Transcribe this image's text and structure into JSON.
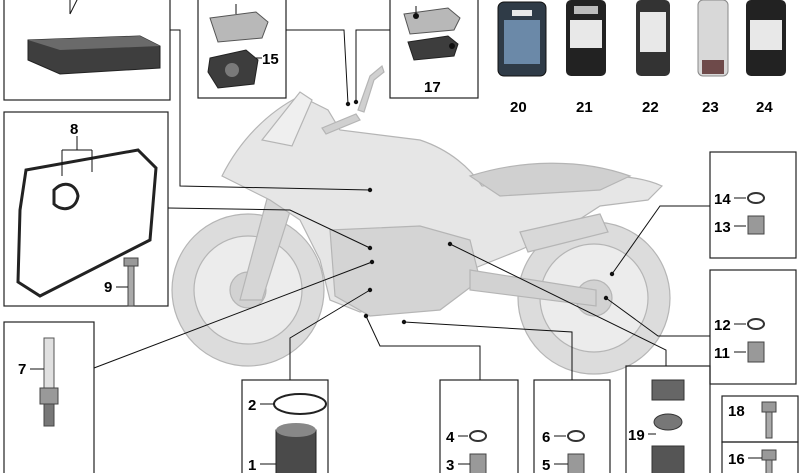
{
  "diagram": {
    "part_numbers": [
      "1",
      "2",
      "3",
      "4",
      "5",
      "6",
      "7",
      "8",
      "9",
      "11",
      "12",
      "13",
      "14",
      "15",
      "16",
      "17",
      "18",
      "19",
      "20",
      "21",
      "22",
      "23",
      "24"
    ],
    "colors": {
      "line": "#111111",
      "part_gray": "#b9b9b9",
      "dark_part": "#3a3a3a",
      "bike_fill": "#e2e2e2"
    }
  }
}
